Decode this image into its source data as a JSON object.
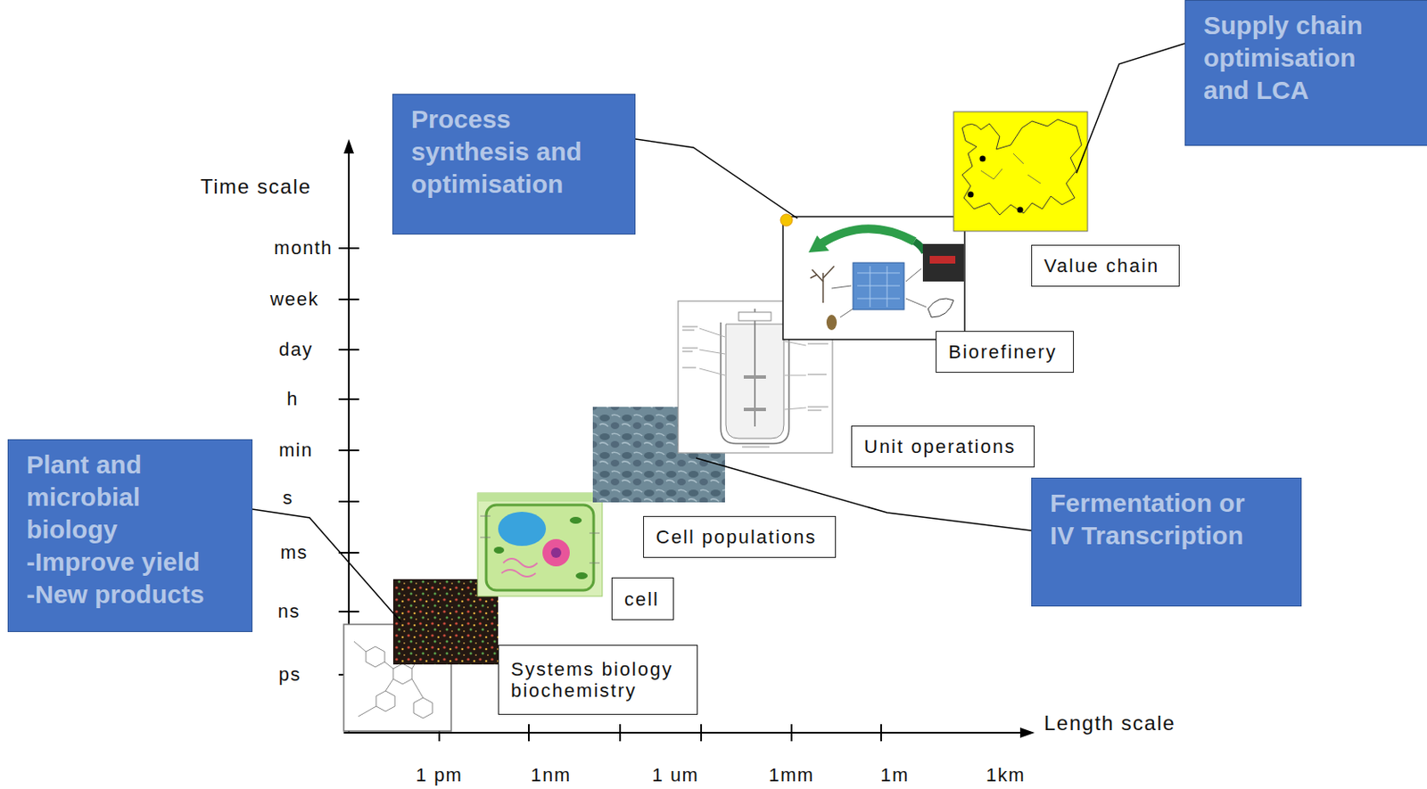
{
  "diagram": {
    "nodes": [
      {
        "text": [
          "Supply chain optimisation and LCA"
        ]
      },
      {
        "text": [
          "Process synthesis and optimisation"
        ]
      },
      {
        "text": [
          "Value chain"
        ]
      },
      {
        "text": [
          "Biorefinery"
        ]
      },
      {
        "text": [
          "Unit operations"
        ]
      },
      {
        "text": [
          "Plant and microbial biology",
          "-Improve yield",
          "-New products"
        ]
      },
      {
        "text": [
          "Fermentation or IV Transcription"
        ]
      },
      {
        "text": [
          "Cell populations"
        ]
      },
      {
        "text": [
          "cell"
        ]
      },
      {
        "text": [
          "Systems biology biochemistry"
        ]
      }
    ],
    "labels": [
      "Time scale",
      "month",
      "week",
      "day",
      "h",
      "min",
      "s",
      "ms",
      "ns",
      "ps",
      "1 pm",
      "1nm",
      "1 um",
      "1mm",
      "1m",
      "1km",
      "Length scale"
    ]
  }
}
